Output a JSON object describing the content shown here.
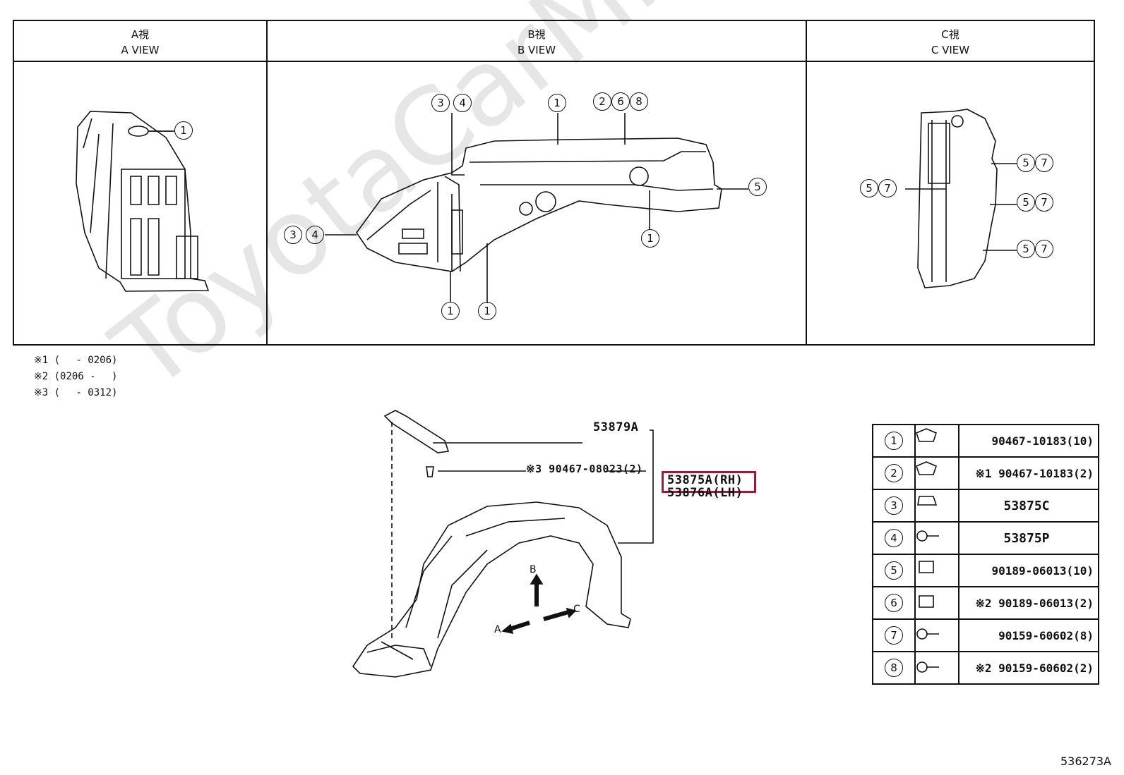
{
  "views": [
    {
      "jp": "A視",
      "en": "A VIEW"
    },
    {
      "jp": "B視",
      "en": "B VIEW"
    },
    {
      "jp": "C視",
      "en": "C VIEW"
    }
  ],
  "callouts": {
    "n1": "1",
    "n2": "2",
    "n3": "3",
    "n4": "4",
    "n5": "5",
    "n6": "6",
    "n7": "7",
    "n8": "8"
  },
  "notes": [
    "※1 (　 - 0206)",
    "※2 (0206 - 　)",
    "※3 (　 - 0312)"
  ],
  "parts": {
    "bracket": "53879A",
    "clip_ref": "※3 90467-08023(2)",
    "liner_rh": "53875A(RH)",
    "liner_lh": "53876A(LH)"
  },
  "arrows": {
    "a": "A",
    "b": "B",
    "c": "C"
  },
  "fastener_table": [
    {
      "num": "1",
      "part": "90467-10183(10)",
      "icon": "clip-icon"
    },
    {
      "num": "2",
      "part": "※1 90467-10183(2)",
      "icon": "clip-icon"
    },
    {
      "num": "3",
      "part": "53875C",
      "icon": "nut-icon"
    },
    {
      "num": "4",
      "part": "53875P",
      "icon": "screw-icon"
    },
    {
      "num": "5",
      "part": "90189-06013(10)",
      "icon": "grommet-icon"
    },
    {
      "num": "6",
      "part": "※2 90189-06013(2)",
      "icon": "grommet-icon"
    },
    {
      "num": "7",
      "part": "90159-60602(8)",
      "icon": "screw-icon"
    },
    {
      "num": "8",
      "part": "※2 90159-60602(2)",
      "icon": "screw-icon"
    }
  ],
  "watermark": "ToyotaCarMine.ru",
  "figure_id": "536273A",
  "colors": {
    "highlight": "#9a1c3a"
  }
}
